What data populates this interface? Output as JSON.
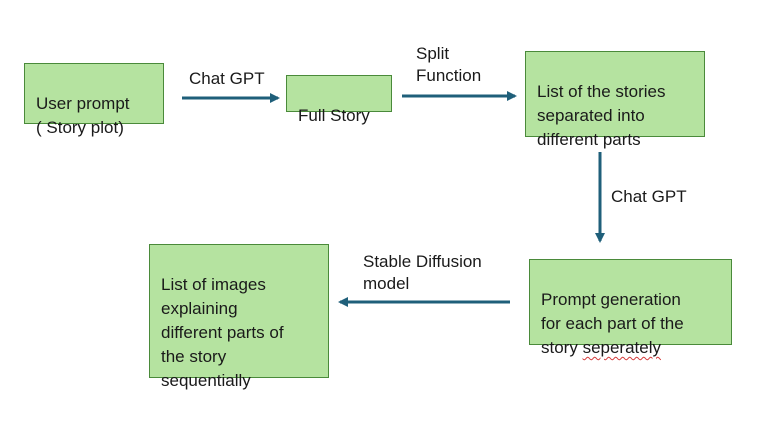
{
  "nodes": {
    "user_prompt": "User prompt\n( Story plot)",
    "full_story": "Full Story",
    "story_list": "List of the stories\nseparated into\ndifferent parts",
    "prompt_gen_lead": "Prompt generation\nfor each part of the\nstory ",
    "prompt_gen_misspelled": "seperately",
    "image_list": "List of images\nexplaining\ndifferent parts of\nthe story\nsequentially"
  },
  "edges": {
    "chatgpt_1": "Chat GPT",
    "split": "Split\nFunction",
    "chatgpt_2": "Chat GPT",
    "stable_diffusion": "Stable Diffusion\nmodel"
  },
  "colors": {
    "box_fill": "#b5e3a0",
    "box_border": "#4a8a3a",
    "arrow": "#1f5f7a",
    "spellcheck_underline": "#d43a3a"
  }
}
